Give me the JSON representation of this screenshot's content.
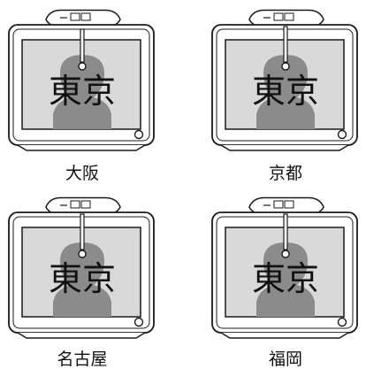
{
  "screen_text": "東京",
  "panels": [
    {
      "caption": "大阪"
    },
    {
      "caption": "京都"
    },
    {
      "caption": "名古屋"
    },
    {
      "caption": "福岡"
    }
  ],
  "colors": {
    "frame": "#ffffff",
    "line": "#1a1a1a",
    "screen": "#d9d9d9",
    "silhouette": "#8b8b8b"
  }
}
